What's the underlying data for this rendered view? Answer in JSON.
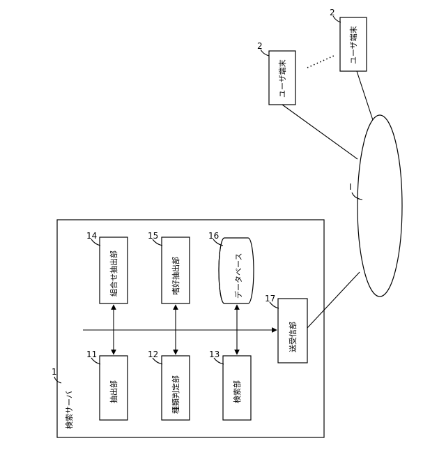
{
  "server": {
    "number": "1",
    "label": "検索サーバ"
  },
  "network": {
    "number": "I"
  },
  "terminals": [
    {
      "number": "2",
      "label": "ユーザ端末"
    },
    {
      "number": "2",
      "label": "ユーザ端末"
    }
  ],
  "units": {
    "u11": {
      "number": "11",
      "label": "抽出部"
    },
    "u12": {
      "number": "12",
      "label": "種類判定部"
    },
    "u13": {
      "number": "13",
      "label": "検索部"
    },
    "u14": {
      "number": "14",
      "label": "組合せ抽出部"
    },
    "u15": {
      "number": "15",
      "label": "嗜好抽出部"
    },
    "u16": {
      "number": "16",
      "label": "データベース"
    },
    "u17": {
      "number": "17",
      "label": "送受信部"
    }
  },
  "ellipsis": "……"
}
